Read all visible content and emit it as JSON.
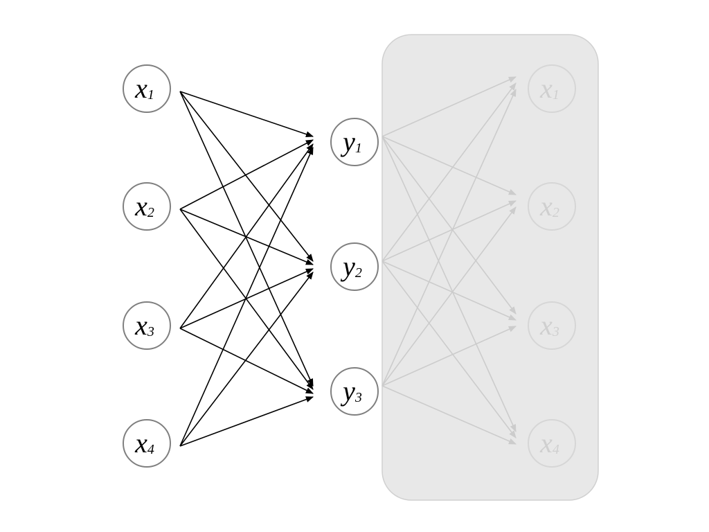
{
  "colors": {
    "background": "#ffffff",
    "edge_dark": "#000000",
    "edge_faded": "#cccccc",
    "node_stroke": "#7f7f7f",
    "node_stroke_faded": "#d6d6d6",
    "panel_fill": "#e8e8e8",
    "panel_stroke": "#d0d0d0",
    "label_dark": "#000000",
    "label_faded": "#cfcfcf"
  },
  "layers": {
    "input": [
      {
        "id": "x1",
        "base": "x",
        "sub": "1"
      },
      {
        "id": "x2",
        "base": "x",
        "sub": "2"
      },
      {
        "id": "x3",
        "base": "x",
        "sub": "3"
      },
      {
        "id": "x4",
        "base": "x",
        "sub": "4"
      }
    ],
    "hidden": [
      {
        "id": "y1",
        "base": "y",
        "sub": "1"
      },
      {
        "id": "y2",
        "base": "y",
        "sub": "2"
      },
      {
        "id": "y3",
        "base": "y",
        "sub": "3"
      }
    ],
    "reconstruction": [
      {
        "id": "r1",
        "base": "x",
        "sub": "1"
      },
      {
        "id": "r2",
        "base": "x",
        "sub": "2"
      },
      {
        "id": "r3",
        "base": "x",
        "sub": "3"
      },
      {
        "id": "r4",
        "base": "x",
        "sub": "4"
      }
    ]
  },
  "connectivity": "fully-connected"
}
